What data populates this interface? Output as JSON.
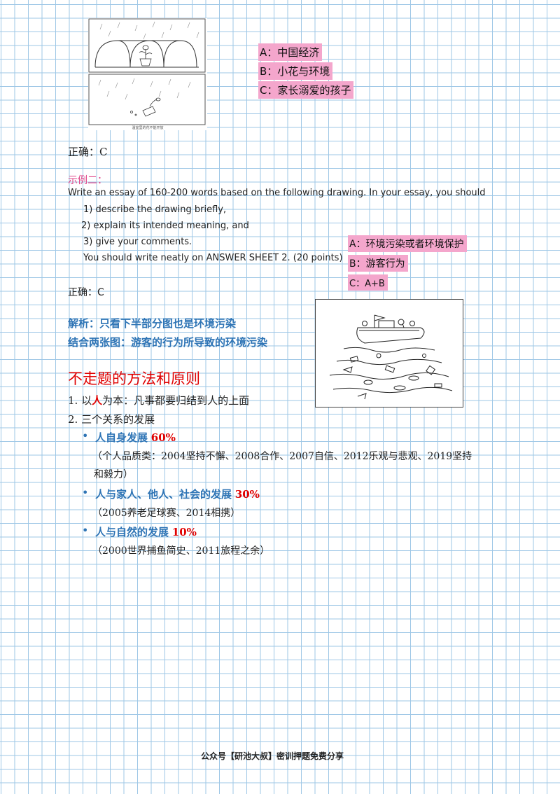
{
  "example1": {
    "figure_caption": "温室里的花不能开放",
    "options": [
      "A：中国经济",
      "B：小花与环境",
      "C：家长溺爱的孩子"
    ],
    "answer": "正确：C"
  },
  "example2": {
    "heading": "示例二：",
    "prompt_lines": [
      "Write an essay of 160-200 words based on the following drawing. In your essay, you should",
      "1) describe the drawing briefly,",
      "2) explain its intended meaning, and",
      "3) give your comments.",
      "You should write neatly on ANSWER SHEET 2. (20 points)"
    ],
    "options": [
      "A：环境污染或者环境保护",
      "B：游客行为",
      "C：A+B"
    ],
    "answer": "正确：C",
    "analysis": [
      "解析：只看下半部分图也是环境污染",
      "结合两张图：游客的行为所导致的环境污染"
    ]
  },
  "section": {
    "title": "不走题的方法和原则",
    "point1": {
      "prefix": "1. 以",
      "highlight": "人",
      "suffix": "为本：凡事都要归结到人的上面"
    },
    "point2": "2. 三个关系的发展",
    "bullets": [
      {
        "label": "人自身发展",
        "percent": "60%",
        "detail_lines": [
          "（个人品质类：2004坚持不懈、2008合作、2007自信、2012乐观与悲观、2019坚持",
          "和毅力）"
        ]
      },
      {
        "label": "人与家人、他人、社会的发展",
        "percent": "30%",
        "detail_lines": [
          "（2005养老足球赛、2014相携）"
        ]
      },
      {
        "label": "人与自然的发展",
        "percent": "10%",
        "detail_lines": [
          "（2000世界捕鱼简史、2011旅程之余）"
        ]
      }
    ]
  },
  "footer": "公众号【研池大叔】密训押题免费分享"
}
